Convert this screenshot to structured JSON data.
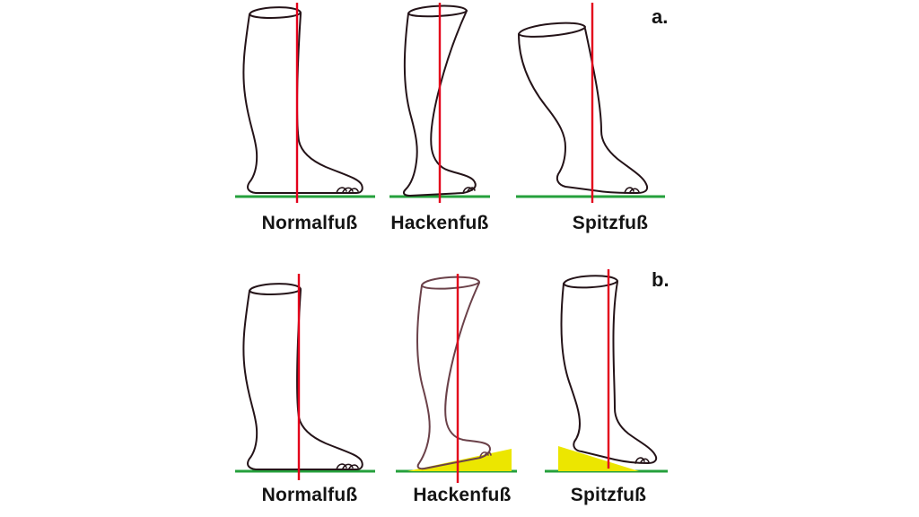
{
  "figure": {
    "rows": [
      {
        "letter": "a.",
        "items": [
          {
            "label": "Normalfuß"
          },
          {
            "label": "Hackenfuß"
          },
          {
            "label": "Spitzfuß"
          }
        ]
      },
      {
        "letter": "b.",
        "items": [
          {
            "label": "Normalfuß"
          },
          {
            "label": "Hackenfuß"
          },
          {
            "label": "Spitzfuß"
          }
        ]
      }
    ]
  },
  "colors": {
    "background": "#ffffff",
    "outline": "#241318",
    "outline_b2": "#6b4149",
    "axis_red": "#e3001b",
    "ground_green": "#25a03c",
    "wedge_yellow": "#ece600",
    "label_text": "#141414"
  }
}
